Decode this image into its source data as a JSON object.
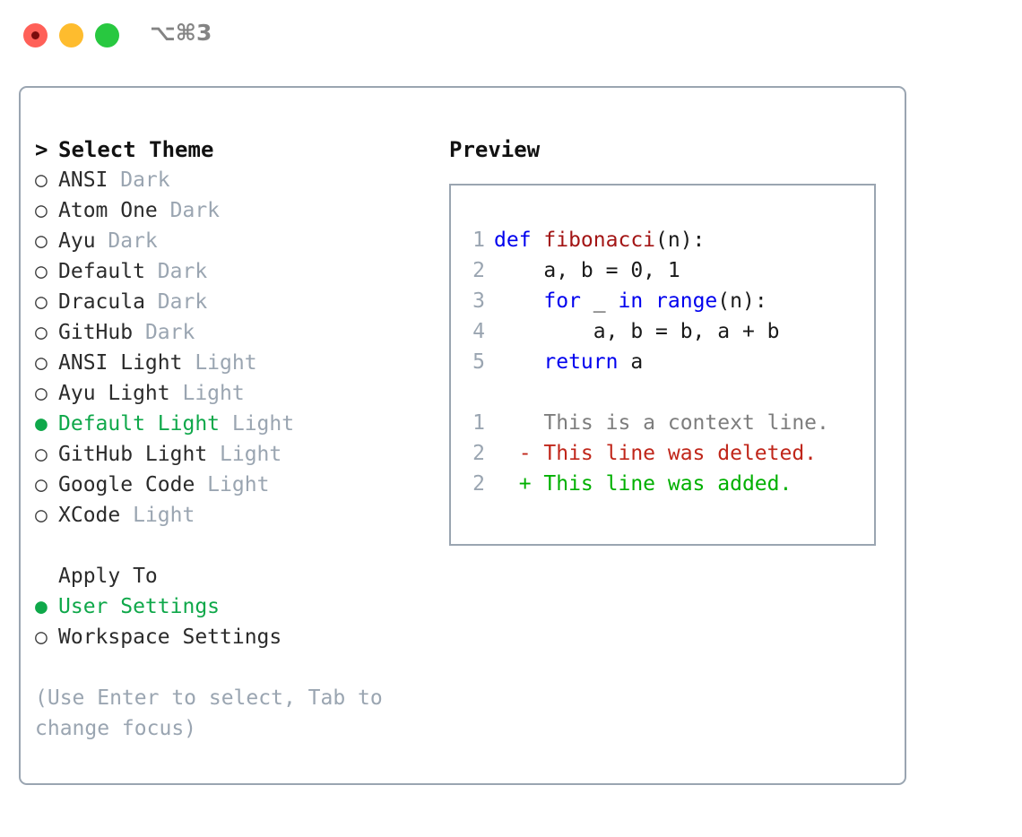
{
  "titlebar": {
    "shortcut": "⌥⌘3",
    "controls": [
      {
        "name": "close",
        "color": "#ff6058"
      },
      {
        "name": "minimize",
        "color": "#febc2e"
      },
      {
        "name": "maximize",
        "color": "#28c840"
      }
    ]
  },
  "theme_picker": {
    "heading": "Select Theme",
    "prompt_char": ">",
    "bullet_unselected": "○",
    "bullet_selected": "●",
    "items": [
      {
        "label": "ANSI",
        "tag": "Dark",
        "selected": false
      },
      {
        "label": "Atom One",
        "tag": "Dark",
        "selected": false
      },
      {
        "label": "Ayu",
        "tag": "Dark",
        "selected": false
      },
      {
        "label": "Default",
        "tag": "Dark",
        "selected": false
      },
      {
        "label": "Dracula",
        "tag": "Dark",
        "selected": false
      },
      {
        "label": "GitHub",
        "tag": "Dark",
        "selected": false
      },
      {
        "label": "ANSI Light",
        "tag": "Light",
        "selected": false
      },
      {
        "label": "Ayu Light",
        "tag": "Light",
        "selected": false
      },
      {
        "label": "Default Light",
        "tag": "Light",
        "selected": true
      },
      {
        "label": "GitHub Light",
        "tag": "Light",
        "selected": false
      },
      {
        "label": "Google Code",
        "tag": "Light",
        "selected": false
      },
      {
        "label": "XCode",
        "tag": "Light",
        "selected": false
      }
    ]
  },
  "apply_to": {
    "heading": "Apply To",
    "items": [
      {
        "label": "User Settings",
        "selected": true
      },
      {
        "label": "Workspace Settings",
        "selected": false
      }
    ]
  },
  "hint": "(Use Enter to select, Tab to change focus)",
  "preview": {
    "title": "Preview",
    "code_lines": [
      {
        "number": "1",
        "segments": [
          {
            "text": "def ",
            "style": "kw"
          },
          {
            "text": "fibonacci",
            "style": "fn"
          },
          {
            "text": "(n):",
            "style": "pl"
          }
        ]
      },
      {
        "number": "2",
        "segments": [
          {
            "text": "    a, b = 0, 1",
            "style": "pl"
          }
        ]
      },
      {
        "number": "3",
        "segments": [
          {
            "text": "    ",
            "style": "pl"
          },
          {
            "text": "for",
            "style": "kw"
          },
          {
            "text": " _ ",
            "style": "pl"
          },
          {
            "text": "in",
            "style": "kw"
          },
          {
            "text": " ",
            "style": "pl"
          },
          {
            "text": "range",
            "style": "kw"
          },
          {
            "text": "(n):",
            "style": "pl"
          }
        ]
      },
      {
        "number": "4",
        "segments": [
          {
            "text": "        a, b = b, a + b",
            "style": "pl"
          }
        ]
      },
      {
        "number": "5",
        "segments": [
          {
            "text": "    ",
            "style": "pl"
          },
          {
            "text": "return",
            "style": "kw"
          },
          {
            "text": " a",
            "style": "pl"
          }
        ]
      }
    ],
    "diff_lines": [
      {
        "number": "1",
        "marker": " ",
        "text": "This is a context line.",
        "style": "ctx"
      },
      {
        "number": "2",
        "marker": "-",
        "text": "This line was deleted.",
        "style": "del"
      },
      {
        "number": "2",
        "marker": "+",
        "text": "This line was added.",
        "style": "add"
      }
    ]
  },
  "colors": {
    "accent_green": "#0fa84a",
    "muted": "#9aa5b1",
    "border": "#9aa5b1",
    "keyword_blue": "#0000ee",
    "function_red": "#a31515",
    "diff_added": "#00b000",
    "diff_deleted": "#c0261a",
    "diff_context": "#7d7d7d"
  }
}
